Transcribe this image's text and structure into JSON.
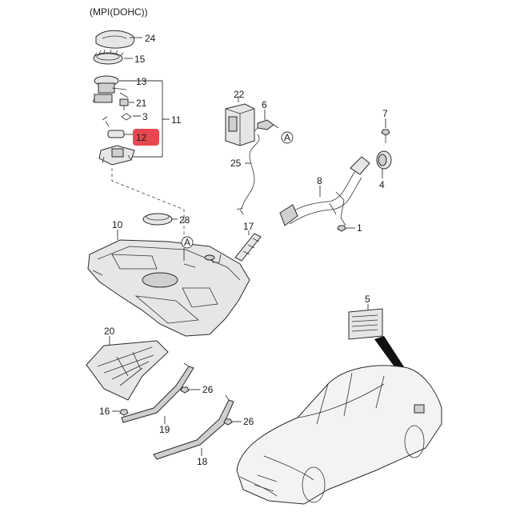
{
  "diagram": {
    "variant_label": "(MPI(DOHC))",
    "highlight_color": "#e8474f",
    "highlighted_part": "12",
    "ref_marker": "A",
    "labels": {
      "p24": "24",
      "p15": "15",
      "p13": "13",
      "p21": "21",
      "p3": "3",
      "p11": "11",
      "p12": "12",
      "p28": "28",
      "p10": "10",
      "p22": "22",
      "p6": "6",
      "p25": "25",
      "p7": "7",
      "p4": "4",
      "p8": "8",
      "p17": "17",
      "p1": "1",
      "p5": "5",
      "p20": "20",
      "p26a": "26",
      "p26b": "26",
      "p16": "16",
      "p19": "19",
      "p18": "18"
    }
  }
}
